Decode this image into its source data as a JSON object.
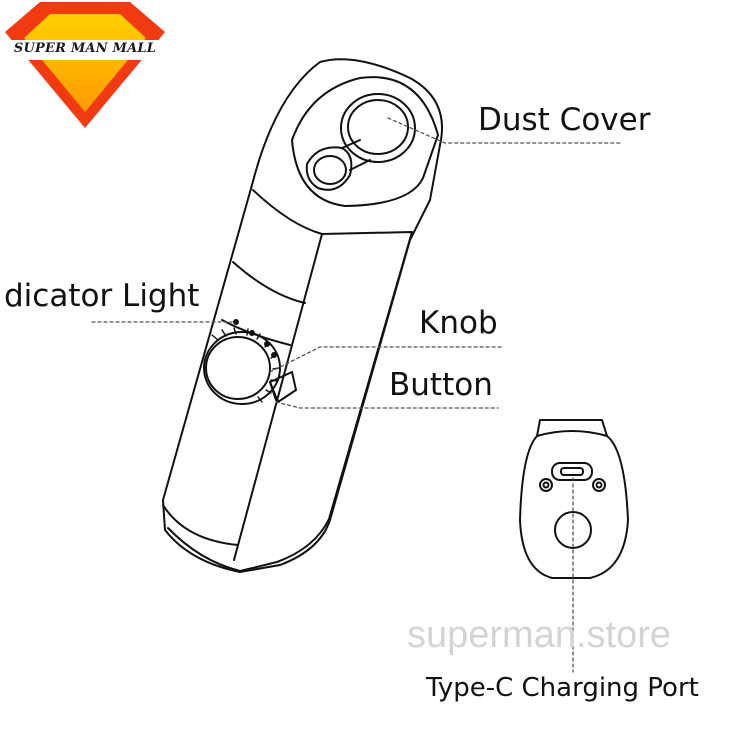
{
  "logo": {
    "text": "SUPER MAN MALL",
    "colors": {
      "outer": "#f23a12",
      "inner": "#ffb400",
      "band": "#ffffff"
    }
  },
  "labels": {
    "dust_cover": "Dust Cover",
    "indicator_light": "dicator Light",
    "knob": "Knob",
    "button": "Button",
    "charging_port": "Type-C Charging Port"
  },
  "watermark": "superman.store",
  "colors": {
    "line": "#111111",
    "leader": "#555555",
    "watermark": "#d4d4d4"
  }
}
